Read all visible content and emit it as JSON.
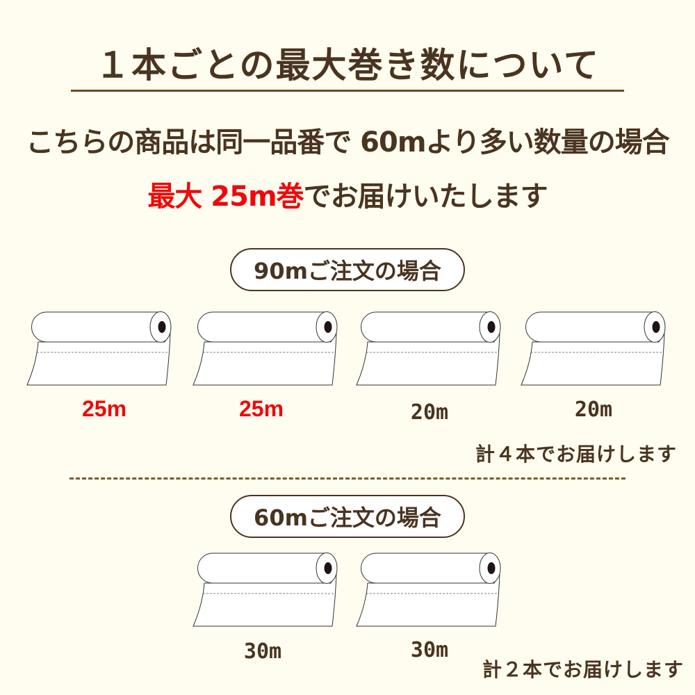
{
  "header": {
    "title": "１本ごとの最大巻き数について"
  },
  "notice": {
    "line1": "こちらの商品は同一品番で 60mより多い数量の場合",
    "line2_highlight": "最大 25m巻",
    "line2_rest": "でお届けいたします"
  },
  "colors": {
    "background": "#fefdf0",
    "text_brown": "#4a3420",
    "highlight_red": "#ee0a0a",
    "rule_brown": "#6b4a1e"
  },
  "sections": [
    {
      "label": "90mご注文の場合",
      "rolls": [
        {
          "length": "25m",
          "highlight": true
        },
        {
          "length": "25m",
          "highlight": true
        },
        {
          "length": "20m",
          "highlight": false
        },
        {
          "length": "20m",
          "highlight": false
        }
      ],
      "total": "計４本でお届けします"
    },
    {
      "label": "60mご注文の場合",
      "rolls": [
        {
          "length": "30m",
          "highlight": false
        },
        {
          "length": "30m",
          "highlight": false
        }
      ],
      "total": "計２本でお届けします"
    }
  ],
  "icons": {
    "roll": "fabric-roll-icon"
  }
}
